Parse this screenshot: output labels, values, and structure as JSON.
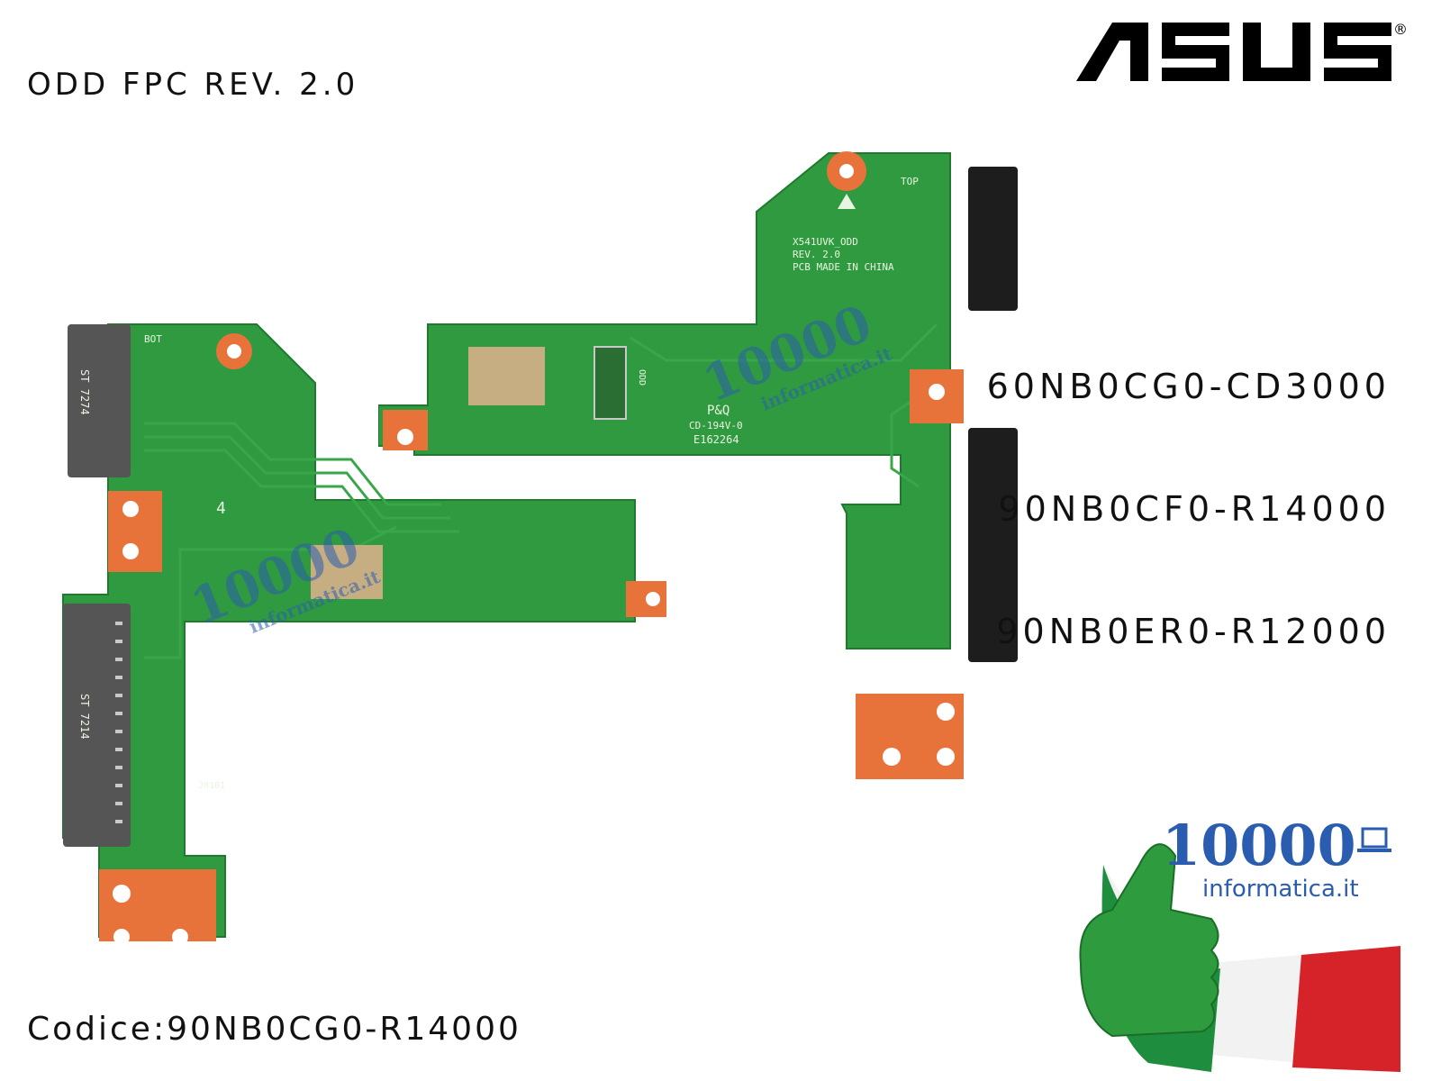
{
  "header": {
    "title": "ODD FPC REV. 2.0"
  },
  "brand": {
    "name": "ASUS",
    "registered": "®"
  },
  "part_numbers": [
    "60NB0CG0-CD3000",
    "90NB0CF0-R14000",
    "90NB0ER0-R12000"
  ],
  "footer": {
    "code": "Codice:90NB0CG0-R14000"
  },
  "seller": {
    "number": "10000",
    "domain": "informatica.it"
  },
  "pcb_left": {
    "labels": {
      "bot": "BOT",
      "connector_top": "ST 7274",
      "connector_bottom": "ST 7214",
      "ref_j0101": "J0101",
      "digit": "4"
    }
  },
  "pcb_right": {
    "labels": {
      "top": "TOP",
      "board_name": "X541UVK_ODD",
      "revision": "REV. 2.0",
      "made_in": "PCB MADE IN CHINA",
      "pq": "P&Q",
      "cert": "CD-194V-0",
      "e_code": "E162264",
      "odd": "ODD"
    }
  },
  "colors": {
    "pcb_green": "#2f9a3f",
    "pad_orange": "#e8733a",
    "connector_gray": "#555555",
    "flag_green": "#1e8e3e",
    "flag_red": "#d6232a",
    "brand_blue": "#2a5db0"
  }
}
